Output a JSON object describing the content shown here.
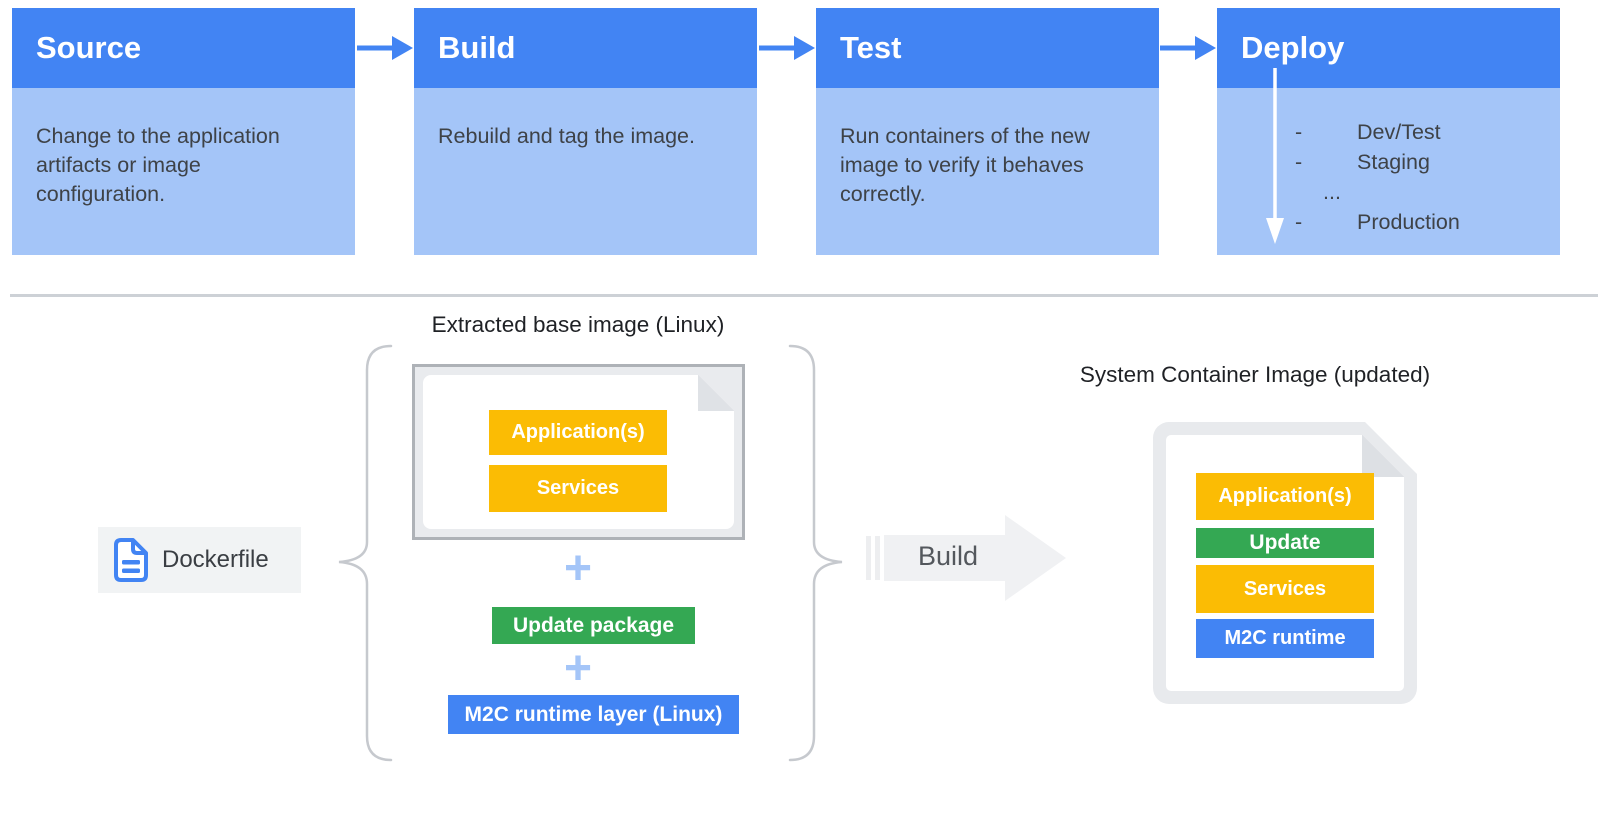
{
  "pipeline": {
    "stages": [
      {
        "title": "Source",
        "description": "Change to the application artifacts or image configuration."
      },
      {
        "title": "Build",
        "description": "Rebuild and tag the image."
      },
      {
        "title": "Test",
        "description": "Run containers of the new image to verify it behaves correctly."
      },
      {
        "title": "Deploy",
        "items": [
          {
            "dash": "-",
            "label": "Dev/Test"
          },
          {
            "dash": "-",
            "label": "Staging"
          },
          {
            "dash": "",
            "label": "..."
          },
          {
            "dash": "-",
            "label": "Production"
          }
        ]
      }
    ]
  },
  "build_flow": {
    "dockerfile_label": "Dockerfile",
    "extracted_title": "Extracted base image (Linux)",
    "base_image_layers": [
      {
        "label": "Application(s)",
        "color": "#FBBC04"
      },
      {
        "label": "Services",
        "color": "#FBBC04"
      }
    ],
    "plus_sign": "+",
    "update_package_label": "Update package",
    "runtime_label": "M2C runtime layer (Linux)",
    "build_arrow_label": "Build",
    "result_title": "System Container Image (updated)",
    "result_layers": [
      {
        "label": "Application(s)",
        "color": "#FBBC04"
      },
      {
        "label": "Update",
        "color": "#34A853"
      },
      {
        "label": "Services",
        "color": "#FBBC04"
      },
      {
        "label": "M2C runtime",
        "color": "#4284F3"
      }
    ]
  },
  "colors": {
    "header_blue": "#4284F3",
    "body_light_blue": "#A4C5F8",
    "plus_blue": "#A4C5F8",
    "yellow": "#FBBC04",
    "green": "#34A853",
    "blue": "#4284F3",
    "chip_gray": "#F1F3F4",
    "doc_border_gray": "#E8EAED",
    "text_dark": "#3E4247",
    "white": "#FFFFFF"
  }
}
